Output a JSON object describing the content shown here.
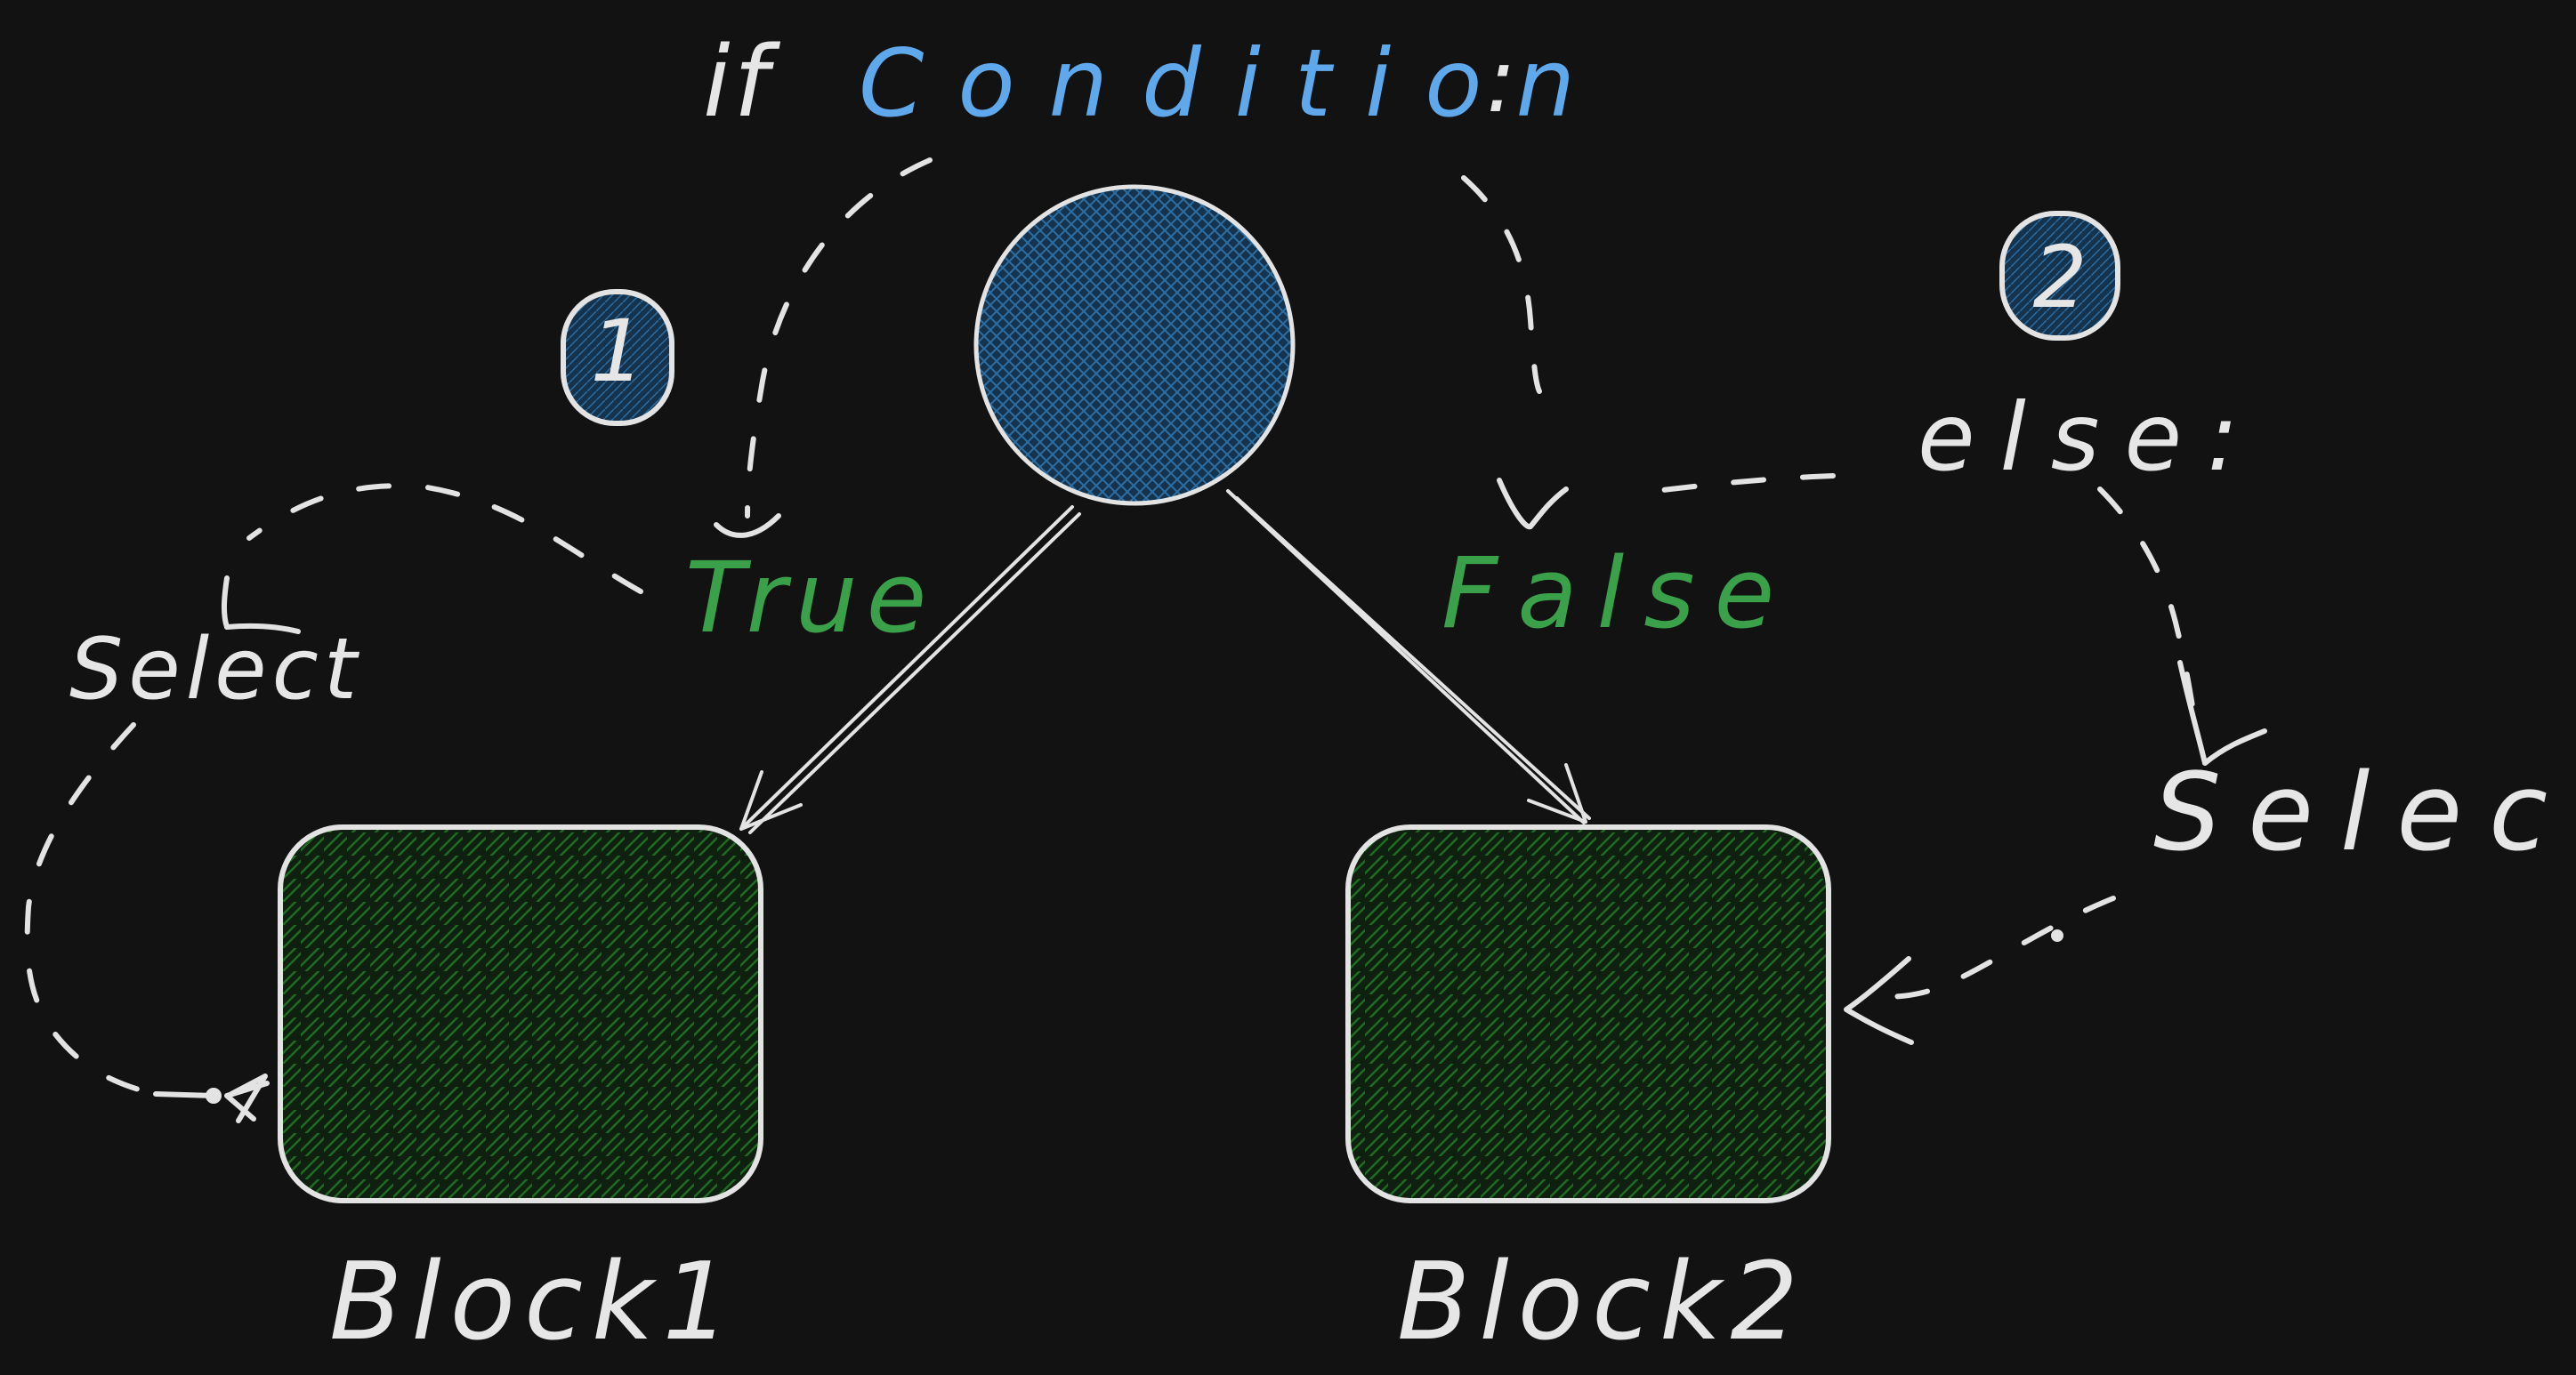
{
  "labels": {
    "if_keyword": "if",
    "condition": "Condition",
    "condition_colon": ":",
    "true_label": "True",
    "false_label": "False",
    "else_label": "else:",
    "select_left": "Select",
    "select_right": "Select",
    "block1": "Block1",
    "block2": "Block2",
    "badge1": "1",
    "badge2": "2"
  },
  "colors": {
    "background": "#121212",
    "stroke": "#e3e3e3",
    "condition_text": "#5fa8ec",
    "branch_text": "#3aa04a",
    "condition_fill": "#1e4f7a",
    "block_fill": "#1d5a1f"
  }
}
